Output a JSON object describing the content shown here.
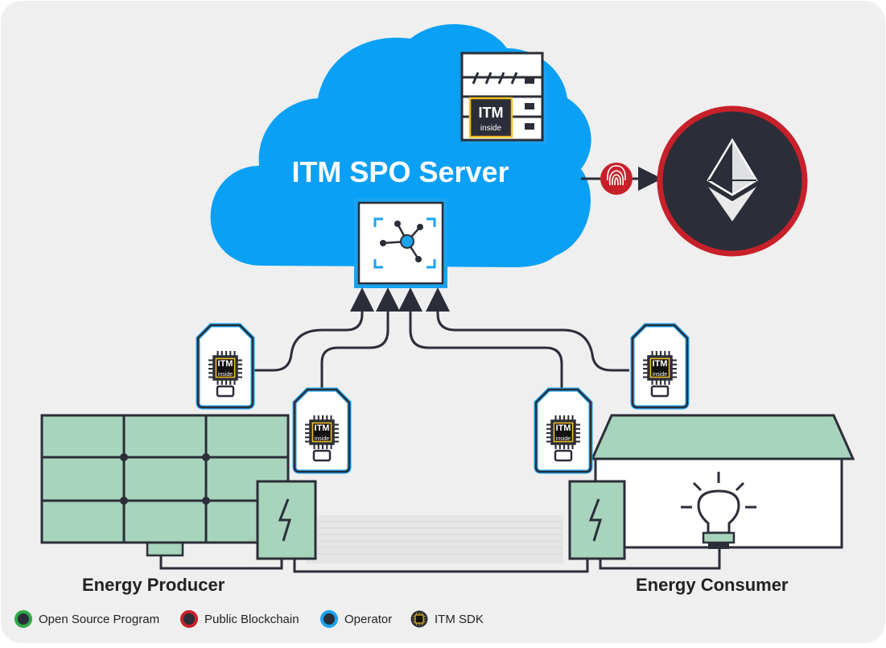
{
  "server": {
    "title": "ITM SPO Server"
  },
  "chip_text": {
    "line1": "ITM",
    "line2": "inside"
  },
  "producer": {
    "label": "Energy Producer"
  },
  "consumer": {
    "label": "Energy Consumer"
  },
  "legend": [
    {
      "label": "Open Source Program",
      "color": "#2ea84a"
    },
    {
      "label": "Public Blockchain",
      "color": "#c8202a"
    },
    {
      "label": "Operator",
      "color": "#1aa3f0"
    },
    {
      "label": "ITM SDK",
      "icon": "chip-icon"
    }
  ],
  "colors": {
    "cloud": "#0aa0f5",
    "panel": "#a8d4bd",
    "blockchain_fill": "#2b2e38",
    "blockchain_ring": "#c8202a",
    "operator_border": "#1aa3f0",
    "background": "#efefef"
  }
}
